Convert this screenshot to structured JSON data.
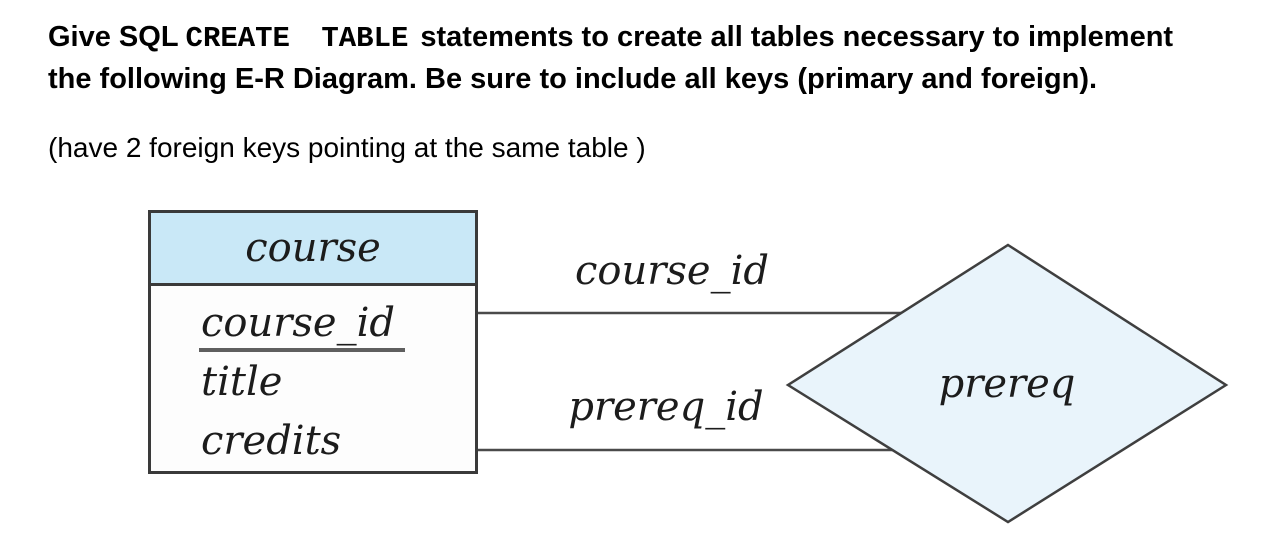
{
  "question": {
    "line1_prefix": "Give SQL",
    "line1_code": "CREATE TABLE",
    "line1_suffix": "statements to create all tables necessary to implement",
    "line2": "the following E-R Diagram. Be sure to include all keys (primary and foreign).",
    "note": "(have 2 foreign keys pointing at the same table )"
  },
  "diagram": {
    "entity": {
      "name": "course",
      "attributes": [
        {
          "name": "course_id",
          "is_primary_key": true
        },
        {
          "name": "title",
          "is_primary_key": false
        },
        {
          "name": "credits",
          "is_primary_key": false
        }
      ]
    },
    "relationship": {
      "name": "prereq"
    },
    "connections": [
      {
        "label": "course_id"
      },
      {
        "label": "prereq_id"
      }
    ],
    "colors": {
      "entity_header_fill": "#c9e8f7",
      "entity_body_fill": "#fdfdfd",
      "diamond_fill": "#e9f4fb",
      "border": "#3a3a3a",
      "line": "#4a4a4a",
      "pk_underline": "#5f5f5f"
    }
  }
}
